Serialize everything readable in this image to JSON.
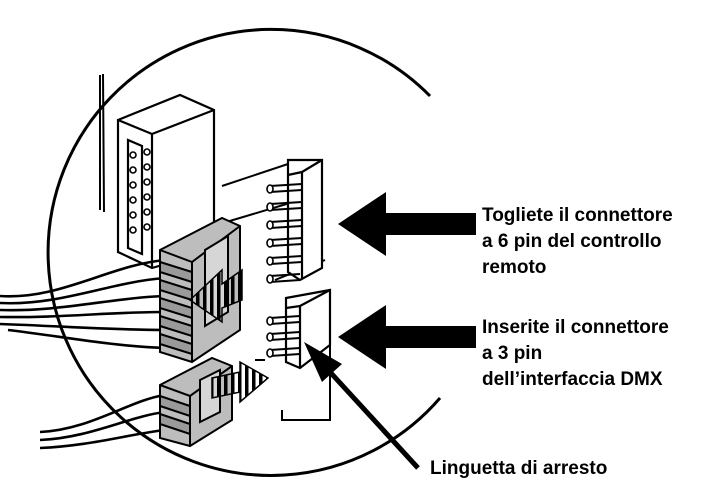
{
  "callouts": {
    "remove_remote": [
      "Togliete il connettore",
      "a 6 pin del controllo",
      "remoto"
    ],
    "insert_dmx": [
      "Inserite il connettore",
      "a 3 pin",
      "dell’interfaccia DMX"
    ],
    "locking_tab": [
      "Linguetta di arresto"
    ]
  },
  "colors": {
    "ink": "#000000",
    "connector_fill": "#bdbdbd",
    "paper": "#ffffff"
  },
  "icons": [
    "arrow-remove",
    "arrow-insert",
    "arrow-locking-tab",
    "dashed-arrow-out",
    "dashed-arrow-in"
  ]
}
